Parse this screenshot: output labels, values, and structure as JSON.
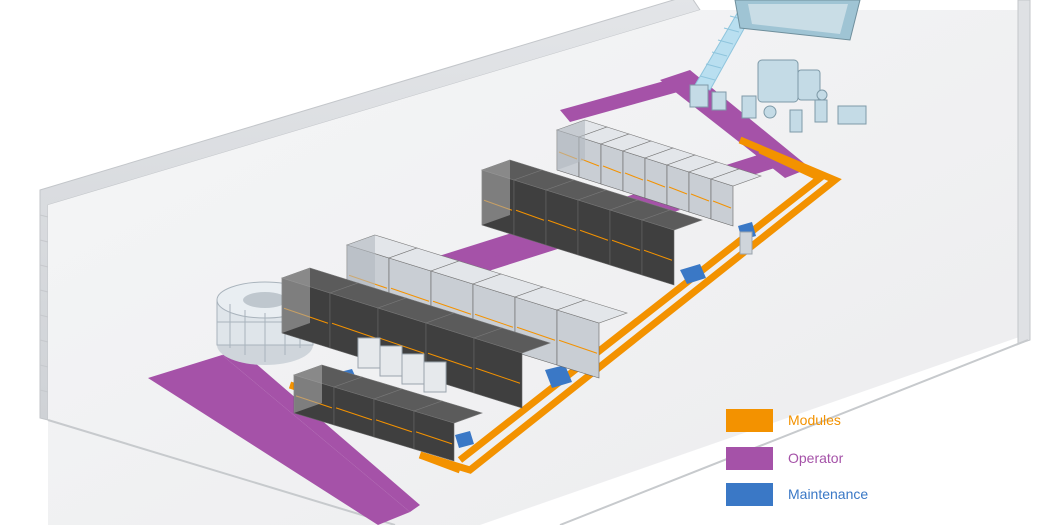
{
  "colors": {
    "modules": "#f39200",
    "operator": "#a552a8",
    "maintenance": "#3a78c6",
    "floor": "#f2f2f2",
    "wall": "#d9dbde",
    "dark_cabinet": "#4a4a4a",
    "light_cabinet": "#d7dbe0"
  },
  "legend": {
    "items": [
      {
        "label": "Modules",
        "color": "#f39200"
      },
      {
        "label": "Operator",
        "color": "#a552a8"
      },
      {
        "label": "Maintenance",
        "color": "#3a78c6"
      }
    ]
  },
  "scene": {
    "cabinet_rows": [
      {
        "tone": "light",
        "units": 8
      },
      {
        "tone": "dark",
        "units": 6
      },
      {
        "tone": "light",
        "units": 6
      },
      {
        "tone": "dark",
        "units": 5
      },
      {
        "tone": "dark",
        "units": 4
      }
    ]
  }
}
